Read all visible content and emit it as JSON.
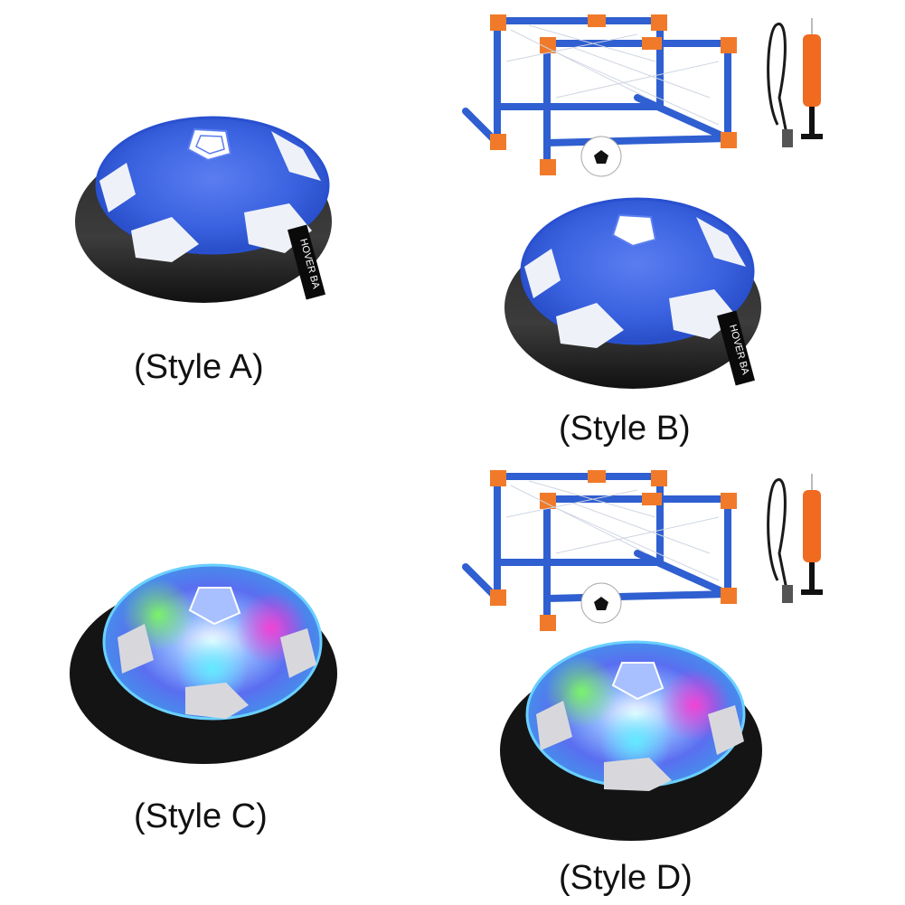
{
  "products": [
    {
      "id": "A",
      "label": "(Style A)",
      "type": "blue-hover-ball",
      "rim_text": "HOVER BA",
      "includes_goals": false,
      "includes_accessories": false
    },
    {
      "id": "B",
      "label": "(Style B)",
      "type": "blue-hover-ball",
      "rim_text": "HOVER BA",
      "includes_goals": true,
      "includes_accessories": true
    },
    {
      "id": "C",
      "label": "(Style C)",
      "type": "led-hover-ball",
      "includes_goals": false,
      "includes_accessories": false
    },
    {
      "id": "D",
      "label": "(Style D)",
      "type": "led-hover-ball",
      "includes_goals": true,
      "includes_accessories": true
    }
  ],
  "colors": {
    "goal_frame": "#2f5fd0",
    "goal_joint": "#f07a2a",
    "pump": "#f06a20",
    "rim": "#1a1a1a",
    "blue_panel": "#3f6fe0",
    "white_panel": "#eef2f8"
  }
}
